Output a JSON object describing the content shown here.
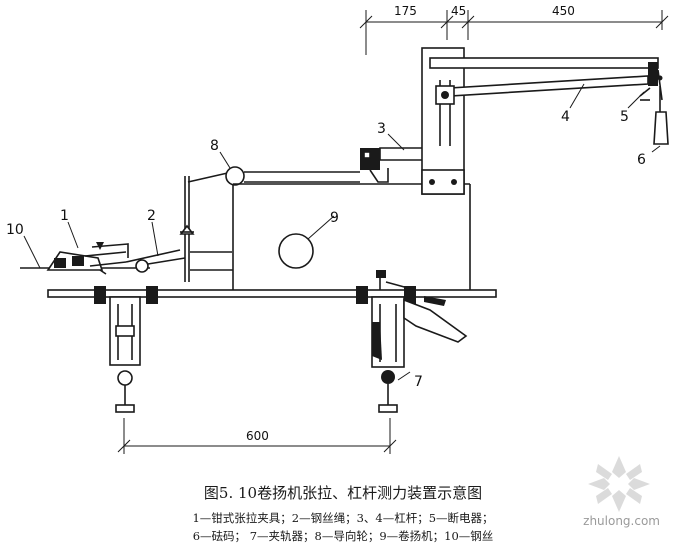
{
  "dimensions": {
    "top_a": "175",
    "top_b": "45",
    "top_c": "450",
    "bottom": "600"
  },
  "callouts": [
    "1",
    "2",
    "3",
    "4",
    "5",
    "6",
    "7",
    "8",
    "9",
    "10"
  ],
  "caption": {
    "title": "图5. 10卷扬机张拉、杠杆测力装置示意图",
    "legend_line_1": "1—钳式张拉夹具；2—钢丝绳；3、4—杠杆；5—断电器；",
    "legend_line_2": "6—砝码；  7—夹轨器；8—导向轮；9—卷扬机；10—钢丝"
  },
  "watermark": {
    "text": "zhulong.com"
  }
}
